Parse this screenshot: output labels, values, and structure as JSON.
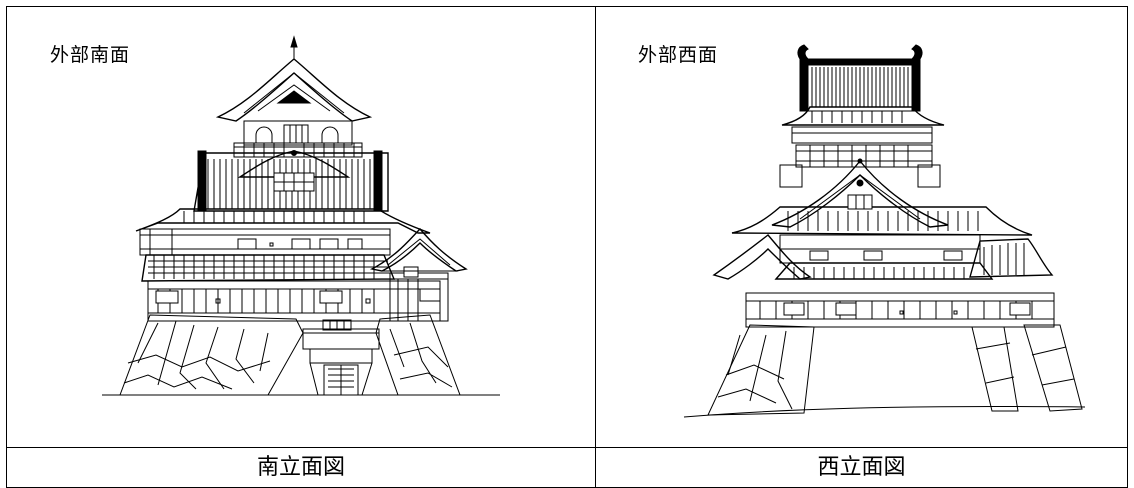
{
  "panels": [
    {
      "label": "外部南面",
      "caption": "南立面図"
    },
    {
      "label": "外部西面",
      "caption": "西立面図"
    }
  ]
}
